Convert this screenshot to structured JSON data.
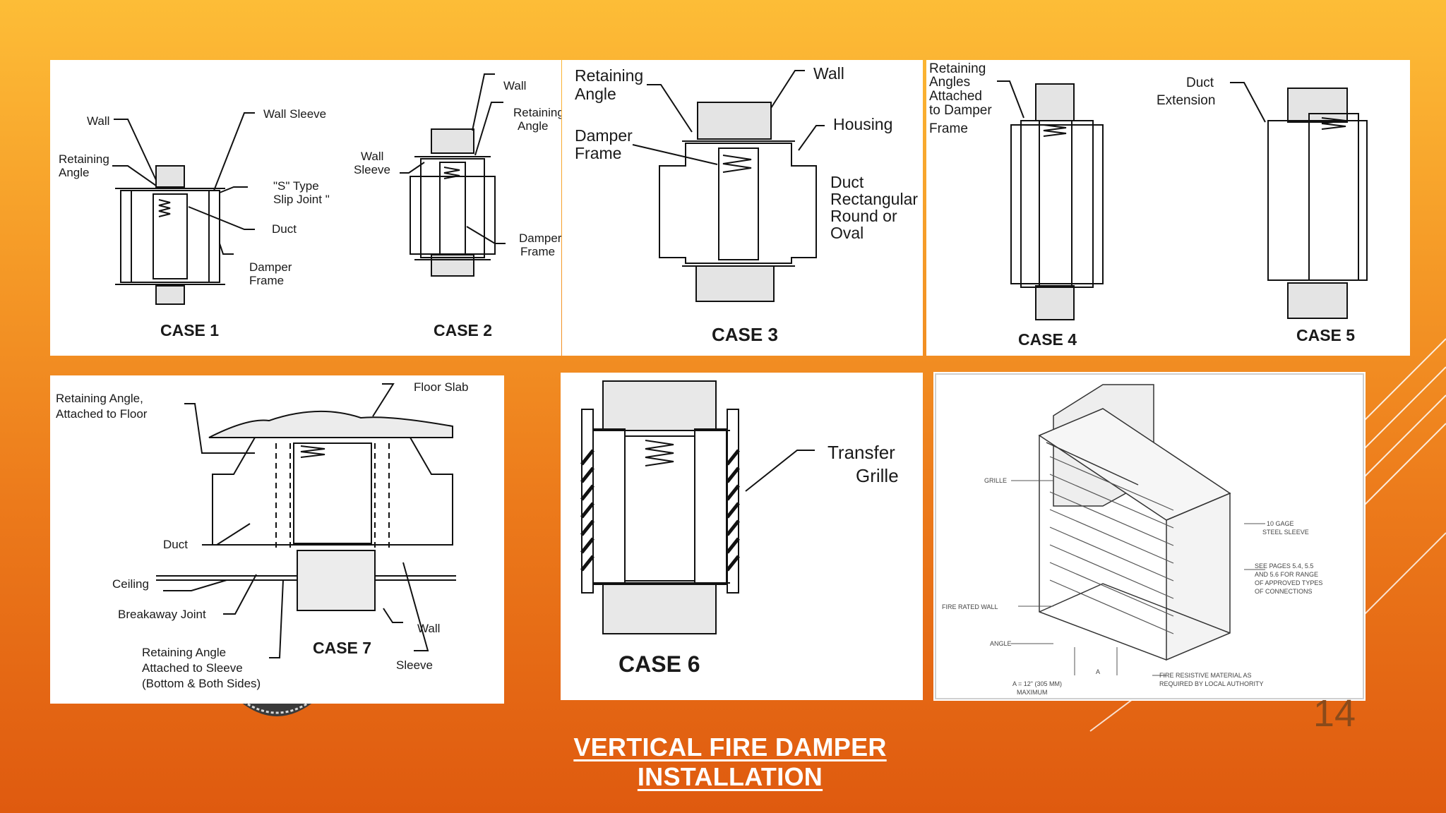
{
  "slide": {
    "title": "VERTICAL FIRE DAMPER INSTALLATION",
    "page_number": "14",
    "colors": {
      "background_top": "#fdbd37",
      "background_bottom": "#df5a0f",
      "title_text": "#ffffff"
    }
  },
  "diagram_a": {
    "case1": "CASE 1",
    "case2": "CASE 2",
    "wall": "Wall",
    "wall_sleeve": "Wall Sleeve",
    "retaining_1": "Retaining",
    "retaining_2": "Angle",
    "s_type_1": "\"S\" Type",
    "s_type_2": "Slip Joint \"",
    "duct": "Duct",
    "damper_1": "Damper",
    "damper_2": "Frame",
    "c2_wall": "Wall",
    "c2_ret_1": "Retaining",
    "c2_ret_2": "Angle",
    "c2_ws_1": "Wall",
    "c2_ws_2": "Sleeve",
    "c2_df_1": "Damper",
    "c2_df_2": "Frame"
  },
  "diagram_b": {
    "case": "CASE 3",
    "retaining_1": "Retaining",
    "retaining_2": "Angle",
    "wall": "Wall",
    "housing": "Housing",
    "damper_1": "Damper",
    "damper_2": "Frame",
    "duct_1": "Duct",
    "duct_2": "Rectangular",
    "duct_3": "Round or",
    "duct_4": "Oval"
  },
  "diagram_c": {
    "case4": "CASE 4",
    "case5": "CASE 5",
    "ret_1": "Retaining",
    "ret_2": "Angles",
    "ret_3": "Attached",
    "ret_4": "to Damper",
    "ret_5": "Frame",
    "ext_1": "Duct",
    "ext_2": "Extension"
  },
  "diagram_d": {
    "case": "CASE 7",
    "ret_floor_1": "Retaining Angle,",
    "ret_floor_2": "Attached to Floor",
    "floor_slab": "Floor Slab",
    "duct": "Duct",
    "ceiling": "Ceiling",
    "breakaway": "Breakaway Joint",
    "ret_sleeve_1": "Retaining Angle",
    "ret_sleeve_2": "Attached to Sleeve",
    "ret_sleeve_3": "(Bottom & Both Sides)",
    "wall": "Wall",
    "sleeve": "Sleeve"
  },
  "diagram_e": {
    "case": "CASE 6",
    "grille_1": "Transfer",
    "grille_2": "Grille"
  },
  "diagram_f": {
    "grille": "GRILLE",
    "steel_1": "10 GAGE",
    "steel_2": "STEEL SLEEVE",
    "see_1": "SEE PAGES 5.4, 5.5",
    "see_2": "AND 5.6 FOR RANGE",
    "see_3": "OF APPROVED TYPES",
    "see_4": "OF CONNECTIONS",
    "fire_wall": "FIRE RATED WALL",
    "angle": "ANGLE",
    "dim_1": "A = 12\" (305 MM)",
    "dim_2": "MAXIMUM",
    "dim_a": "A",
    "resist_1": "FIRE RESISTIVE MATERIAL AS",
    "resist_2": "REQUIRED BY LOCAL AUTHORITY"
  }
}
